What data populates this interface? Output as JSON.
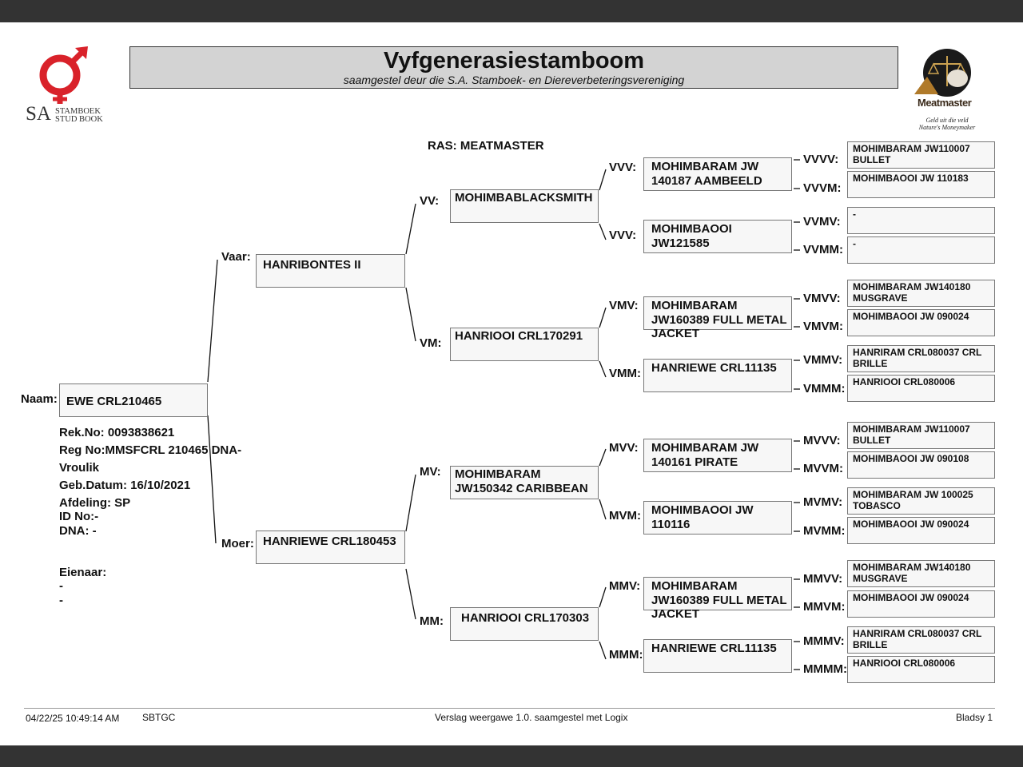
{
  "header": {
    "title": "Vyfgenerasiestamboom",
    "subtitle": "saamgestel deur die S.A. Stamboek- en Diereverbeteringsvereniging"
  },
  "logos": {
    "left": {
      "line1": "SA",
      "line2": "STAMBOEK",
      "line3": "STUD BOOK"
    },
    "right": {
      "brand": "Meatmaster",
      "tag1": "Geld uit die veld",
      "tag2": "Nature's Moneymaker"
    }
  },
  "breed_label": "RAS: MEATMASTER",
  "animal": {
    "name_label": "Naam:",
    "name": "EWE CRL210465",
    "rek_no": "Rek.No: 0093838621",
    "reg_no": "Reg No:MMSFCRL 210465 DNA-",
    "sex": "Vroulik",
    "birth": "Geb.Datum: 16/10/2021",
    "division": "Afdeling: SP",
    "id_no": "ID No:-",
    "dna": "DNA: -",
    "owner_label": "Eienaar:",
    "owner_line1": "-",
    "owner_line2": "-"
  },
  "pedigree": {
    "labels": {
      "V": "Vaar:",
      "M": "Moer:",
      "VV": "VV:",
      "VM": "VM:",
      "MV": "MV:",
      "MM": "MM:",
      "VVV": "VVV:",
      "VVM": "VVV:",
      "VMV": "VMV:",
      "VMM": "VMM:",
      "MVV": "MVV:",
      "MVM": "MVM:",
      "MMV": "MMV:",
      "MMM": "MMM:",
      "VVVV": "VVVV:",
      "VVVM": "VVVM:",
      "VVMV": "VVMV:",
      "VVMM": "VVMM:",
      "VMVV": "VMVV:",
      "VMVM": "VMVM:",
      "VMMV": "VMMV:",
      "VMMM": "VMMM:",
      "MVVV": "MVVV:",
      "MVVM": "MVVM:",
      "MVMV": "MVMV:",
      "MVMM": "MVMM:",
      "MMVV": "MMVV:",
      "MMVM": "MMVM:",
      "MMMV": "MMMV:",
      "MMMM": "MMMM:"
    },
    "V": "HANRIBONTES II",
    "M": "HANRIEWE CRL180453",
    "VV": "MOHIMBABLACKSMITH",
    "VM": "HANRIOOI CRL170291",
    "MV": "MOHIMBARAM JW150342 CARIBBEAN",
    "MM": "HANRIOOI CRL170303",
    "VVV": "MOHIMBARAM JW 140187 AAMBEELD",
    "VVM": "MOHIMBAOOI JW121585",
    "VMV": "MOHIMBARAM JW160389 FULL METAL JACKET",
    "VMM": "HANRIEWE CRL11135",
    "MVV": "MOHIMBARAM JW 140161 PIRATE",
    "MVM": "MOHIMBAOOI JW 110116",
    "MMV": "MOHIMBARAM JW160389 FULL METAL JACKET",
    "MMM": "HANRIEWE CRL11135",
    "VVVV": "MOHIMBARAM JW110007 BULLET",
    "VVVM": "MOHIMBAOOI JW 110183",
    "VVMV": "-",
    "VVMM": "-",
    "VMVV": "MOHIMBARAM JW140180 MUSGRAVE",
    "VMVM": "MOHIMBAOOI JW 090024",
    "VMMV": "HANRIRAM CRL080037 CRL BRILLE",
    "VMMM": "HANRIOOI CRL080006",
    "MVVV": "MOHIMBARAM JW110007 BULLET",
    "MVVM": "MOHIMBAOOI JW 090108",
    "MVMV": "MOHIMBARAM JW 100025 TOBASCO",
    "MVMM": "MOHIMBAOOI JW 090024",
    "MMVV": "MOHIMBARAM JW140180 MUSGRAVE",
    "MMVM": "MOHIMBAOOI JW 090024",
    "MMMV": "HANRIRAM CRL080037 CRL BRILLE",
    "MMMM": "HANRIOOI CRL080006"
  },
  "footer": {
    "timestamp": "04/22/25 10:49:14 AM",
    "org": "SBTGC",
    "version": "Verslag weergawe 1.0. saamgestel met Logix",
    "page": "Bladsy 1"
  },
  "colors": {
    "logo_red": "#d9222a",
    "title_bg": "#d3d3d3"
  }
}
